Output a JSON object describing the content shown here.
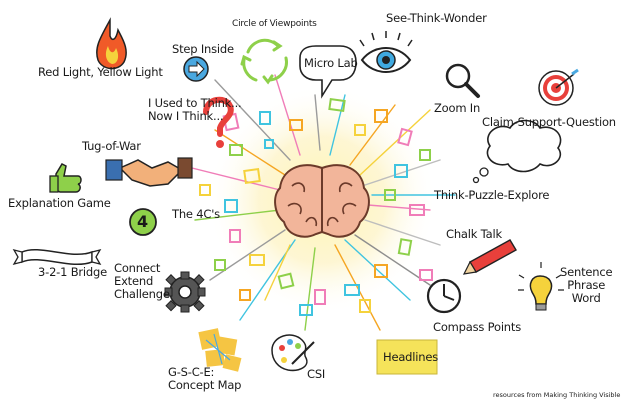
{
  "routines": {
    "red_light": "Red Light, Yellow Light",
    "step_inside": "Step Inside",
    "circle_viewpoints": "Circle of Viewpoints",
    "see_think_wonder": "See-Think-Wonder",
    "micro_lab": "Micro Lab",
    "i_used_to_think": "I Used to Think...\nNow I Think...",
    "zoom_in": "Zoom In",
    "claim_support_question": "Claim-Support-Question",
    "tug_of_war": "Tug-of-War",
    "think_puzzle_explore": "Think-Puzzle-Explore",
    "explanation_game": "Explanation Game",
    "the_4cs": "The 4C's",
    "chalk_talk": "Chalk Talk",
    "bridge_321": "3-2-1 Bridge",
    "sentence_phrase_word": "Sentence\nPhrase\nWord",
    "connect_extend_challenge": "Connect\nExtend\nChallenge",
    "compass_points": "Compass Points",
    "headlines": "Headlines",
    "gsce_concept_map": "G-S-C-E:\nConcept Map",
    "csi": "CSI"
  },
  "four_numeral": "4",
  "credit": "resources from Making Thinking Visible"
}
